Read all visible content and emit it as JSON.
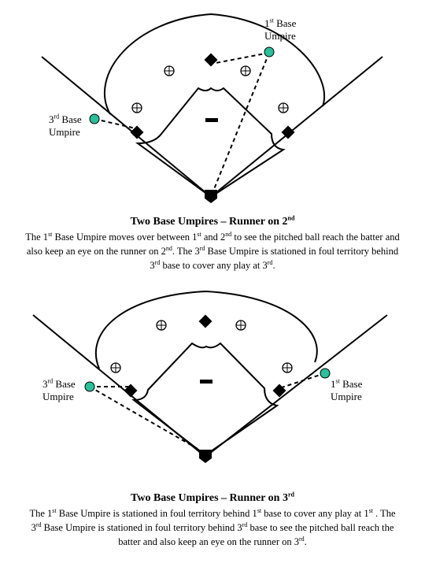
{
  "diagram1": {
    "title": "Two Base Umpires – Runner on 2",
    "title_sup": "nd",
    "label_first": {
      "line1": "Base",
      "sup": "st",
      "num": "1",
      "line2": "Umpire"
    },
    "label_third": {
      "line1": "Base",
      "sup": "rd",
      "num": "3",
      "line2": "Umpire"
    },
    "desc_parts": [
      "The 1",
      "st",
      " Base Umpire moves over between 1",
      "st",
      " and 2",
      "nd",
      " to see the pitched ball reach the batter and also keep an eye on the runner on 2",
      "nd",
      ".  The 3",
      "rd",
      " Base Umpire is stationed in foul territory behind 3",
      "rd",
      " base to cover any play at 3",
      "rd",
      "."
    ]
  },
  "diagram2": {
    "title": "Two Base Umpires – Runner on 3",
    "title_sup": "rd",
    "label_first": {
      "line1": "Base",
      "sup": "st",
      "num": "1",
      "line2": "Umpire"
    },
    "label_third": {
      "line1": "Base",
      "sup": "rd",
      "num": "3",
      "line2": "Umpire"
    },
    "desc_parts": [
      "The 1",
      "st",
      " Base Umpire is stationed in foul territory behind 1",
      "st",
      " base to cover any play at 1",
      "st",
      " .  The 3",
      "rd",
      " Base Umpire is stationed in foul territory behind 3",
      "rd",
      " base to see the pitched ball reach the batter and also keep an eye on the runner on 3",
      "rd",
      "."
    ]
  },
  "colors": {
    "umpire": "#2bbf9a",
    "line": "#000000"
  }
}
